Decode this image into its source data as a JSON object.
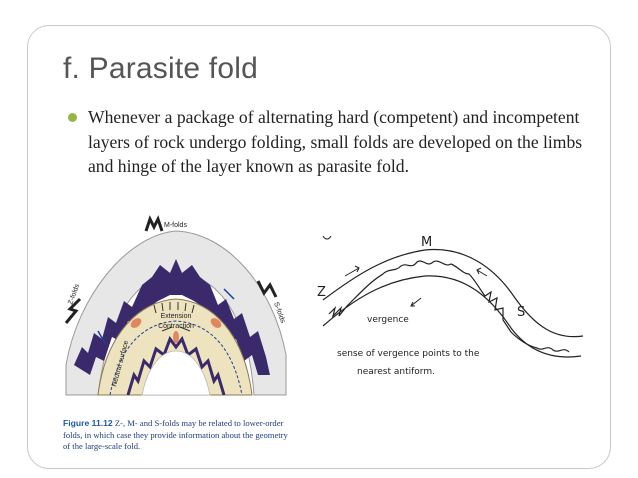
{
  "slide": {
    "title": "f. Parasite fold",
    "bullet_text": "Whenever a package of alternating hard (competent) and incompetent layers of rock undergo folding, small folds are developed on the limbs and hinge of the layer known as parasite fold."
  },
  "figure_left": {
    "m_folds_label": "M-folds",
    "z_folds_label": "Z-folds",
    "s_folds_label": "S-folds",
    "extension_label": "Extension",
    "contraction_label": "Contraction",
    "neutral_surface_label": "Neutral surface",
    "caption_ref": "Figure 11.12",
    "caption_text": "Z-, M- and S-folds may be related to lower-order folds, in which case they provide information about the geometry of the large-scale fold."
  },
  "figure_right": {
    "label_m": "M",
    "label_z": "Z",
    "label_s": "S",
    "vergence_label": "vergence",
    "note_line1": "sense of vergence points to the",
    "note_line2": "nearest antiform."
  },
  "colors": {
    "bullet": "#95b642",
    "title": "#555555",
    "caption": "#1e3d7a",
    "fold_purple": "#3b2a6b",
    "fold_core": "#ede3bf",
    "ellipse": "#e0875e"
  }
}
